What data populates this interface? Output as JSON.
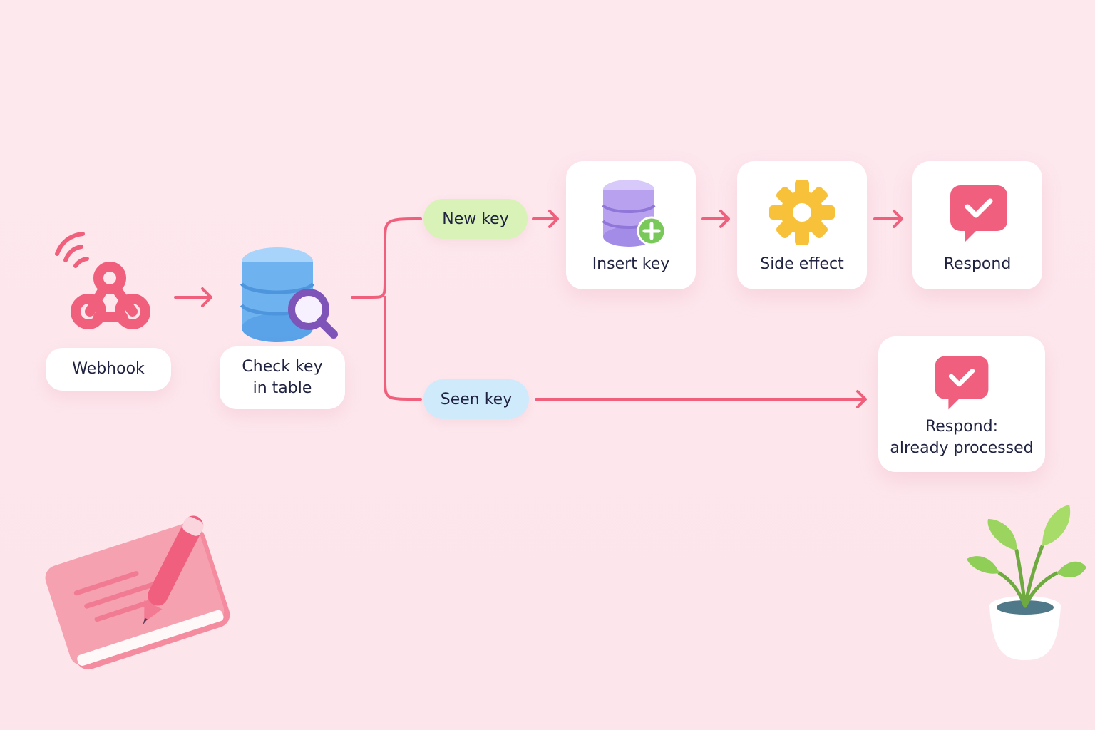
{
  "nodes": {
    "webhook": {
      "label": "Webhook"
    },
    "check": {
      "line1": "Check key",
      "line2": "in table"
    },
    "new_branch": {
      "label": "New key"
    },
    "seen_branch": {
      "label": "Seen key"
    },
    "insert": {
      "label": "Insert key"
    },
    "side_effect": {
      "label": "Side effect"
    },
    "respond": {
      "label": "Respond"
    },
    "respond_processed": {
      "line1": "Respond:",
      "line2": "already processed"
    }
  },
  "colors": {
    "arrow": "#f0607d",
    "webhook_icon": "#f0607d",
    "database": "#6eb2ef",
    "insert_database": "#b8a2ef",
    "plus_badge": "#79c85a",
    "gear": "#f8c13a",
    "respond_icon": "#f05f7e",
    "pill_new": "#d8f2b7",
    "pill_seen": "#cfeafb",
    "notebook": "#f6a1b0",
    "plant": "#8fcf58"
  }
}
